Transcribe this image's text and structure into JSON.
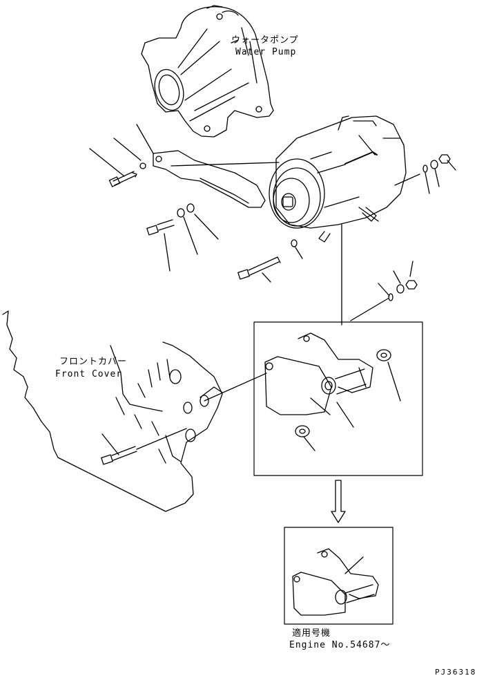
{
  "labels": {
    "water_pump_ja": "ウォータポンプ",
    "water_pump_en": "Water Pump",
    "front_cover_ja": "フロントカバー",
    "front_cover_en": "Front Cover",
    "applicable_ja": "適用号機",
    "applicable_en": "Engine No.54687～"
  },
  "drawing_code": "PJ36318",
  "icons": {
    "flow_arrow": "down-arrow-icon"
  }
}
